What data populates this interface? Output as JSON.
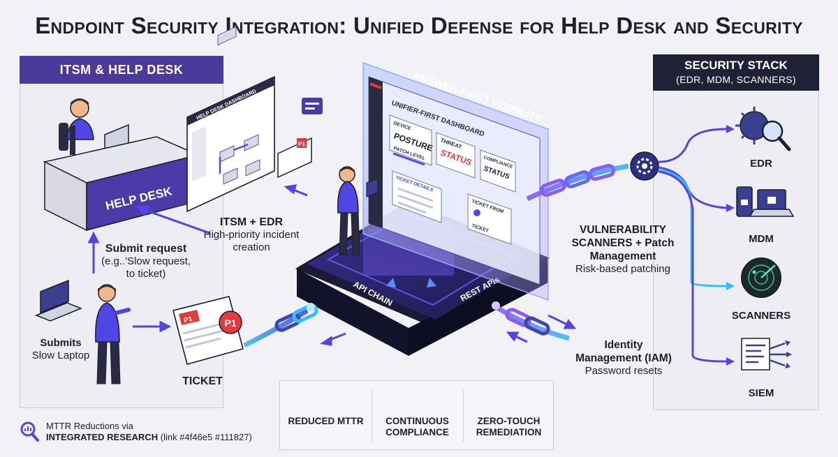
{
  "title": "Endpoint Security Integration: Unified Defense for Help Desk and Security",
  "left_panel": {
    "header": "ITSM & HELP DESK",
    "desk_label": "HELP DESK",
    "dashboard_label": "HELP DESK DASHBOARD",
    "itsm_edr": {
      "title": "ITSM + EDR",
      "desc": "High-priority incident creation"
    },
    "submit_request": {
      "title": "Submit request",
      "desc": "(e.g..'Slow request, to ticket)"
    },
    "submits": {
      "title": "Submits",
      "desc": "Slow Laptop"
    },
    "ticket_label": "TICKET",
    "ticket_badge": "P1"
  },
  "center": {
    "banner": "ANSWER-FIRST VISIBILITY",
    "dashboard_title": "UNIFIER-FIRST DASHBOARD",
    "cards": {
      "device": "DEVICE",
      "posture": "POSTURE",
      "threat": "THREAT",
      "status": "STATUS",
      "compliance": "COMPLIANCE",
      "status2": "STATUS",
      "patch": "PATCH LEVEL",
      "ticket_details": "TICKET DETAILS",
      "ticket_from": "TICKET FROM",
      "ticket": "TICKET"
    },
    "platform_left": "API CHAIN",
    "platform_right": "REST APIs"
  },
  "middle_right": {
    "vuln": {
      "title": "VULNERABILITY SCANNERS + Patch Management",
      "desc": "Risk-based patching"
    },
    "iam": {
      "title": "Identity Management (IAM)",
      "desc": "Password resets"
    }
  },
  "right_panel": {
    "header_l1": "SECURITY STACK",
    "header_l2": "(EDR, MDM, SCANNERS)",
    "items": [
      {
        "label": "EDR",
        "icon": "virus-magnifier-icon"
      },
      {
        "label": "MDM",
        "icon": "devices-lock-icon"
      },
      {
        "label": "SCANNERS",
        "icon": "radar-icon"
      },
      {
        "label": "SIEM",
        "icon": "log-stream-icon"
      }
    ]
  },
  "benefits": [
    {
      "label": "REDUCED MTTR",
      "icon": "gauge-icon"
    },
    {
      "label": "CONTINUOUS COMPLIANCE",
      "icon": "checklist-icon"
    },
    {
      "label": "ZERO-TOUCH REMEDIATION",
      "icon": "shield-check-icon"
    }
  ],
  "footer": {
    "line1": "MTTR Reductions via",
    "line2_bold": "INTEGRATED RESEARCH",
    "line2_rest": "(link #4f46e5 #111827)"
  },
  "colors": {
    "primary": "#4f46e5",
    "dark": "#111827",
    "purple_header": "#4b3a99",
    "cyan": "#38bdf8",
    "alert_red": "#e23b3b"
  }
}
